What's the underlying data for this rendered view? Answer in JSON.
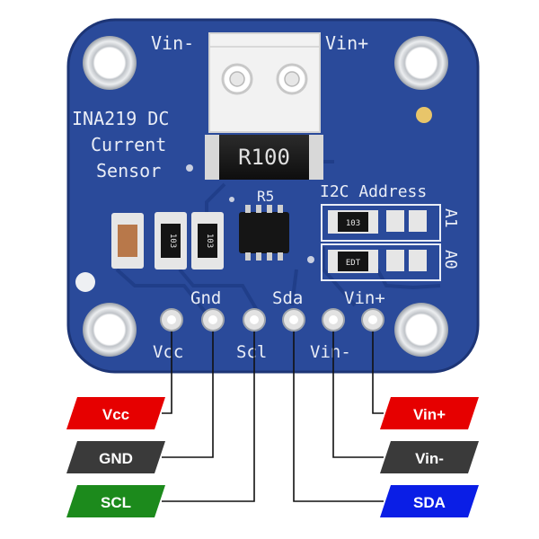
{
  "board": {
    "terminal_left_label": "Vin-",
    "terminal_right_label": "Vin+",
    "title_line1": "INA219 DC",
    "title_line2": "Current",
    "title_line3": "Sensor",
    "shunt_value": "R100",
    "shunt_ref": "R5",
    "i2c_label": "I2C Address",
    "addr_a1": "A1",
    "addr_a0": "A0",
    "resistor_103": "103",
    "resistor_edt": "EDT",
    "pins_top": [
      "Gnd",
      "Sda",
      "Vin+"
    ],
    "pins_bottom": [
      "Vcc",
      "Scl",
      "Vin-"
    ]
  },
  "legend": {
    "vcc": {
      "text": "Vcc",
      "color": "#e60000"
    },
    "gnd": {
      "text": "GND",
      "color": "#3a3a3a"
    },
    "scl": {
      "text": "SCL",
      "color": "#1c8a1c"
    },
    "vinp": {
      "text": "Vin+",
      "color": "#e60000"
    },
    "vinm": {
      "text": "Vin-",
      "color": "#3a3a3a"
    },
    "sda": {
      "text": "SDA",
      "color": "#0a1ee6"
    }
  },
  "colors": {
    "pcb": "#2a4a9a",
    "silkscreen": "#e9edf6",
    "copper_pad": "#d7d7d7"
  }
}
